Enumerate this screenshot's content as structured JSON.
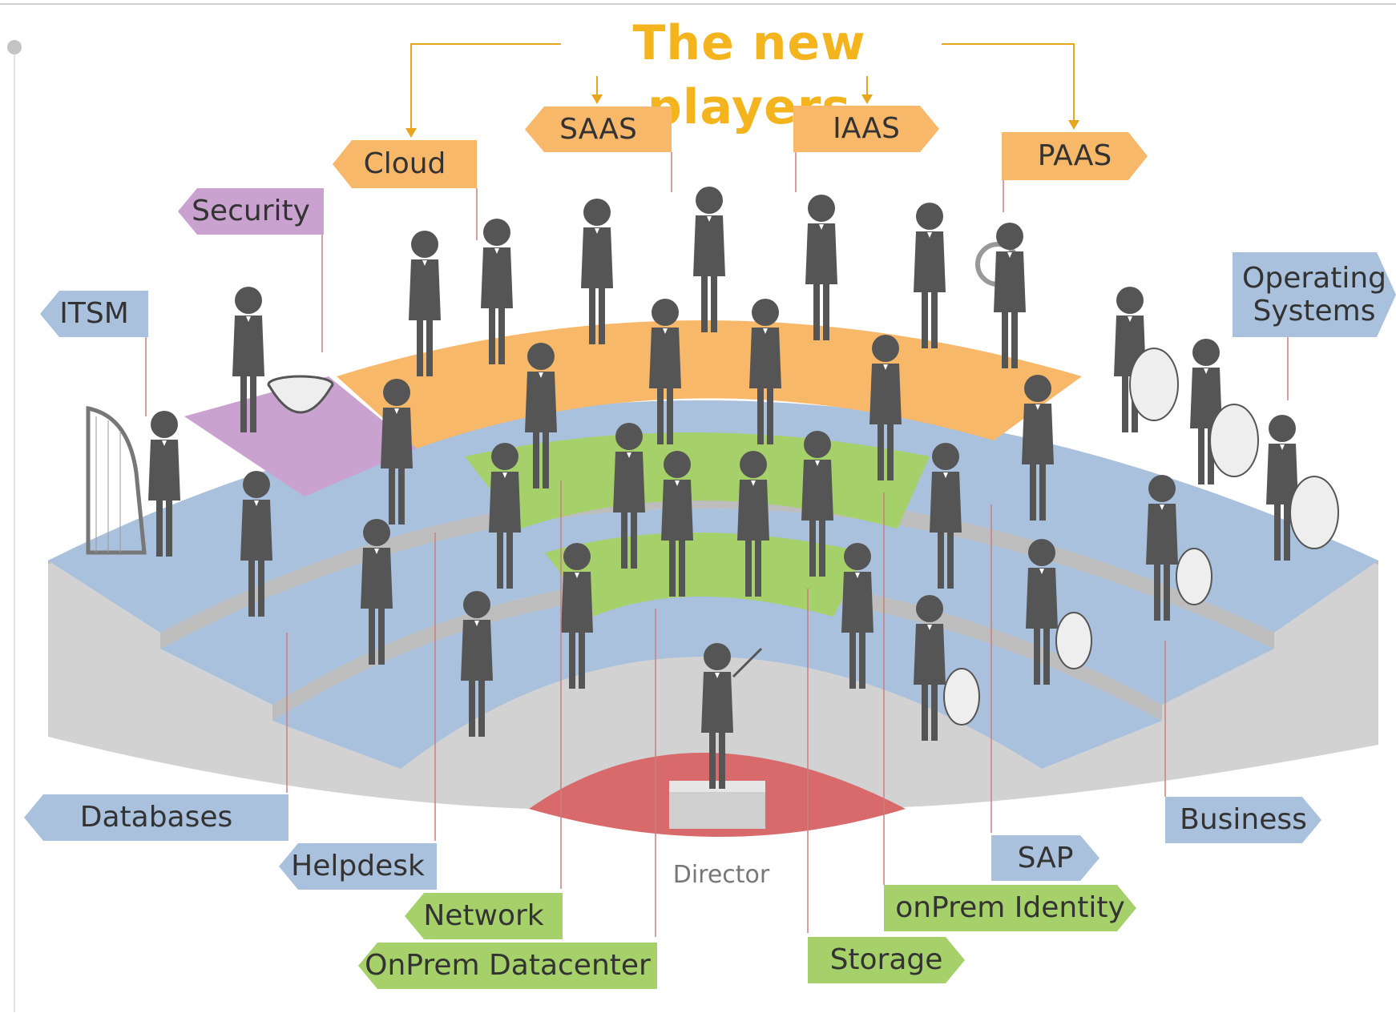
{
  "title": "The new players",
  "director": "Director",
  "labels": {
    "cloud": "Cloud",
    "saas": "SAAS",
    "iaas": "IAAS",
    "paas": "PAAS",
    "security": "Security",
    "itsm": "ITSM",
    "operating_systems_1": "Operating",
    "operating_systems_2": "Systems",
    "databases": "Databases",
    "helpdesk": "Helpdesk",
    "network": "Network",
    "onprem_datacenter": "OnPrem Datacenter",
    "sap": "SAP",
    "onprem_identity": "onPrem Identity",
    "storage": "Storage",
    "business": "Business"
  },
  "colors": {
    "title": "#f4b41e",
    "orange": "#f8b86a",
    "blue": "#a9c1dd",
    "purple": "#c9a2cf",
    "green": "#a6d16a",
    "red": "#d86a6c",
    "grey_platform": "#d2d2d2",
    "figure": "#555555",
    "connector_orange": "#e8a51e",
    "connector_red": "#c98080"
  },
  "icons": [
    "musician-figure",
    "harp-icon",
    "timpani-icon",
    "violin-icon",
    "cello-icon",
    "double-bass-icon",
    "trumpet-icon",
    "horn-icon",
    "tuba-icon",
    "flute-icon",
    "clarinet-icon",
    "conductor-figure",
    "podium-icon"
  ]
}
